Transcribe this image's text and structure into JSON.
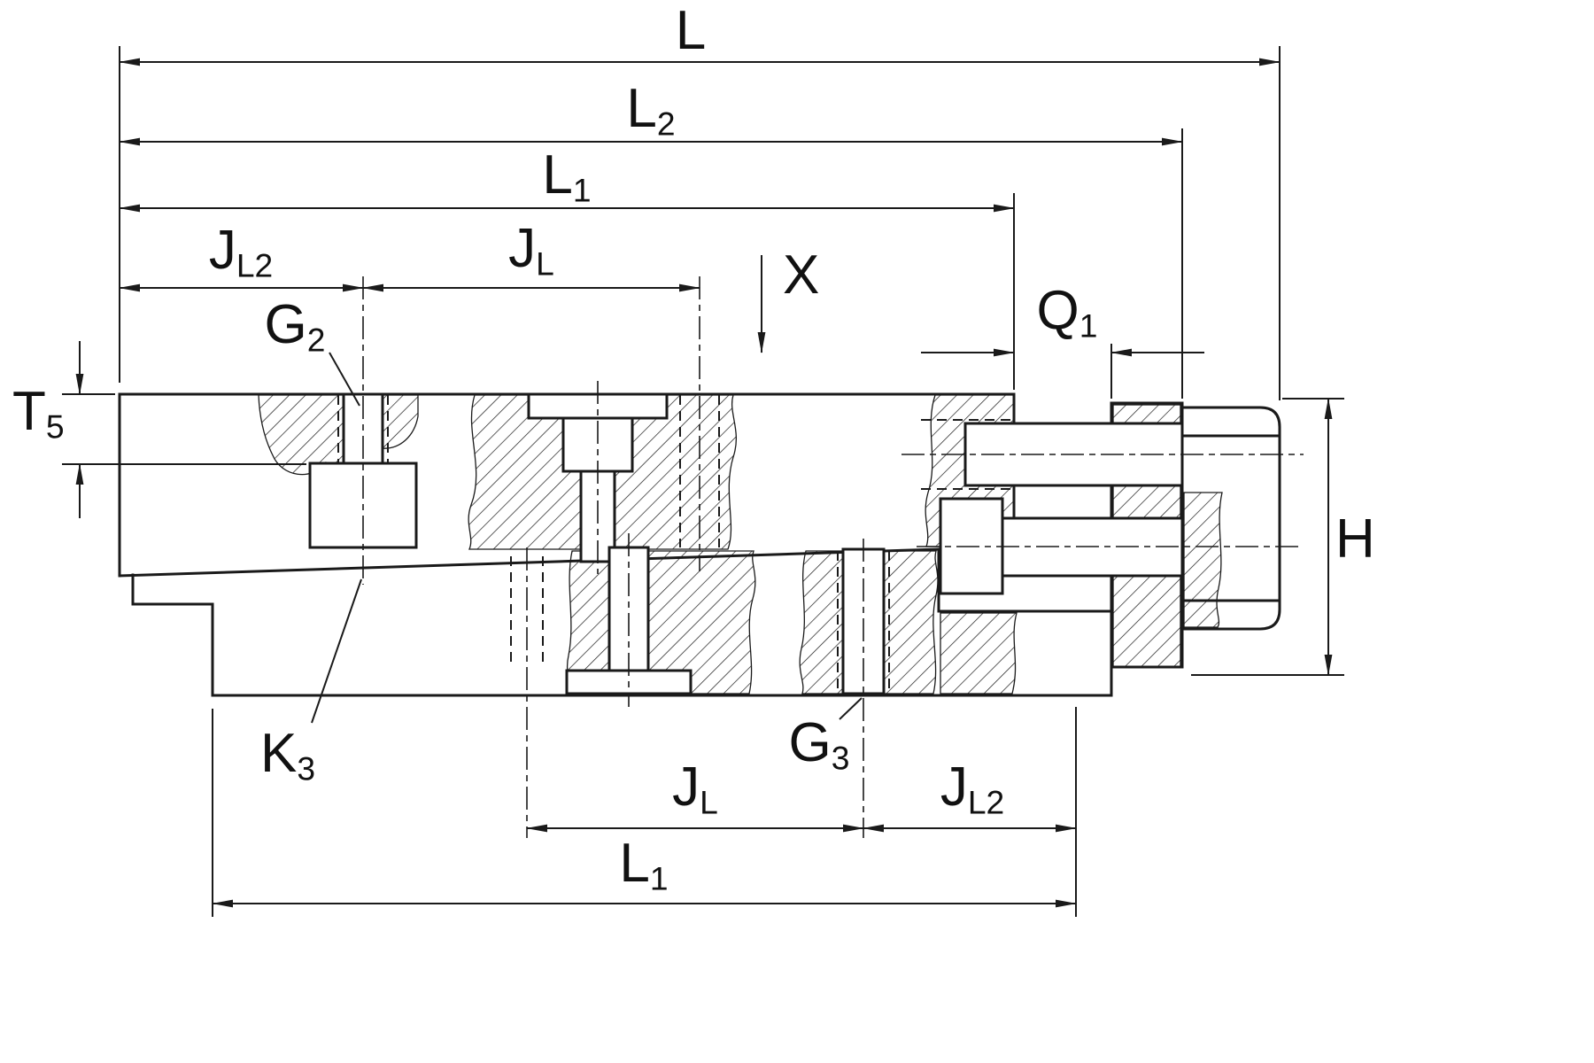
{
  "drawing": {
    "colors": {
      "line": "#1a1a1a",
      "background": "#ffffff"
    }
  },
  "labels": {
    "L": {
      "base": "L"
    },
    "L2": {
      "base": "L",
      "sub": "2"
    },
    "L1_top": {
      "base": "L",
      "sub": "1"
    },
    "JL2_top": {
      "base": "J",
      "sub": "L2"
    },
    "JL_top": {
      "base": "J",
      "sub": "L"
    },
    "X": {
      "base": "X"
    },
    "Q1": {
      "base": "Q",
      "sub": "1"
    },
    "T5": {
      "base": "T",
      "sub": "5"
    },
    "G2": {
      "base": "G",
      "sub": "2"
    },
    "K3": {
      "base": "K",
      "sub": "3"
    },
    "G3": {
      "base": "G",
      "sub": "3"
    },
    "JL_bottom": {
      "base": "J",
      "sub": "L"
    },
    "JL2_bottom": {
      "base": "J",
      "sub": "L2"
    },
    "L1_bottom": {
      "base": "L",
      "sub": "1"
    },
    "H": {
      "base": "H"
    }
  }
}
